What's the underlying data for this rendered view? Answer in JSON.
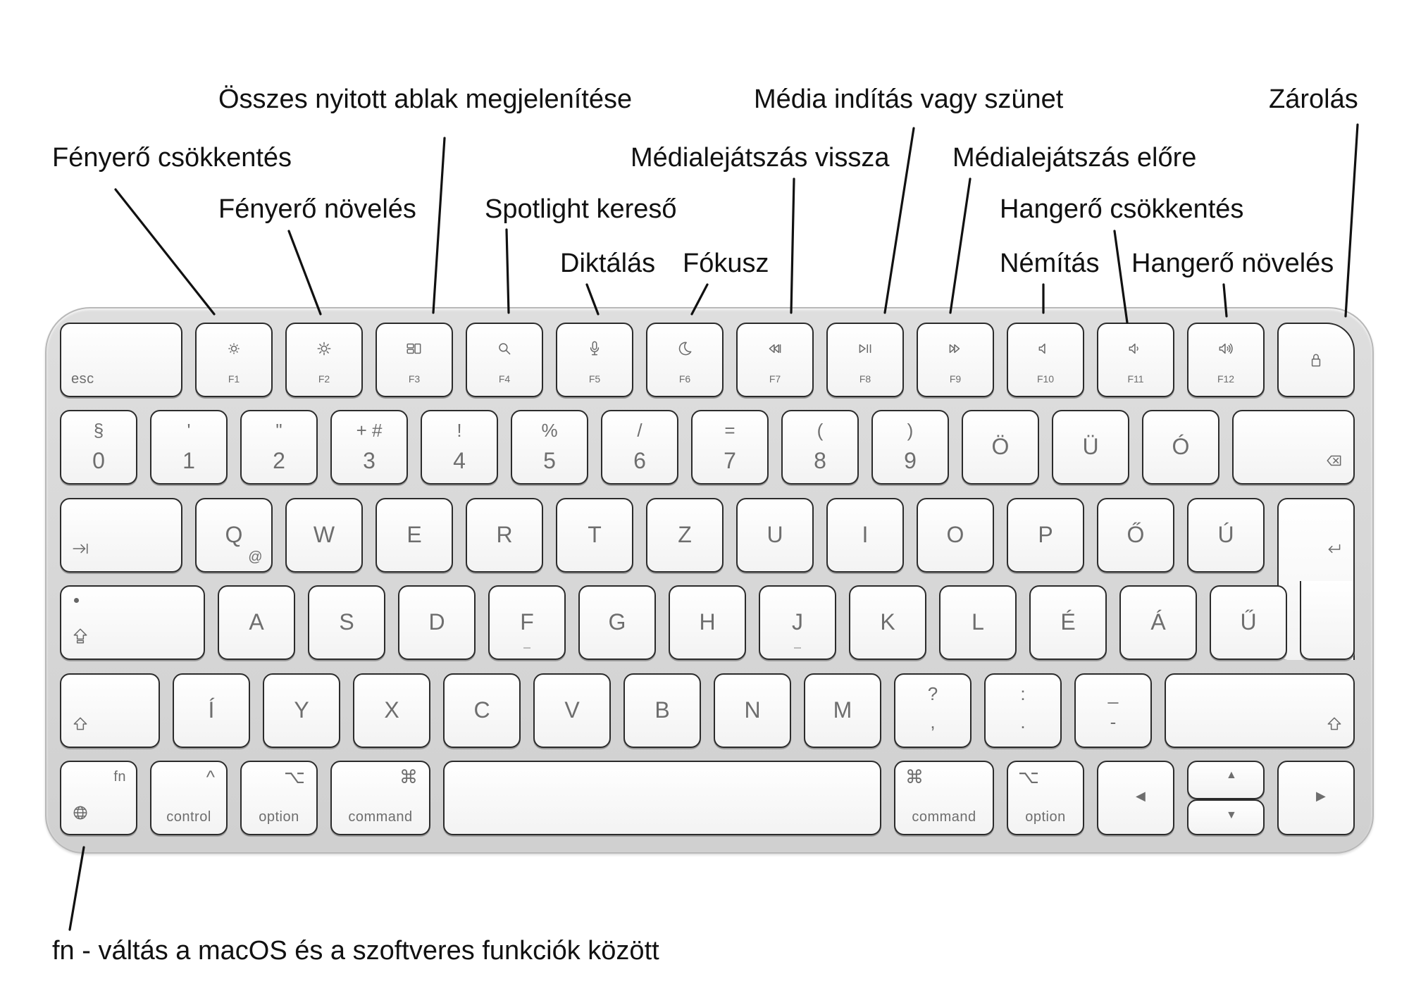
{
  "annotations": [
    {
      "id": "brightness-down",
      "text": "Fényerő csökkentés"
    },
    {
      "id": "brightness-up",
      "text": "Fényerő növelés"
    },
    {
      "id": "mission-control",
      "text": "Összes nyitott ablak megjelenítése"
    },
    {
      "id": "spotlight",
      "text": "Spotlight kereső"
    },
    {
      "id": "dictation",
      "text": "Diktálás"
    },
    {
      "id": "focus",
      "text": "Fókusz"
    },
    {
      "id": "rewind",
      "text": "Médialejátszás vissza"
    },
    {
      "id": "play-pause",
      "text": "Média indítás vagy szünet"
    },
    {
      "id": "fast-forward",
      "text": "Médialejátszás előre"
    },
    {
      "id": "mute",
      "text": "Némítás"
    },
    {
      "id": "volume-down",
      "text": "Hangerő csökkentés"
    },
    {
      "id": "volume-up",
      "text": "Hangerő növelés"
    },
    {
      "id": "lock",
      "text": "Zárolás"
    },
    {
      "id": "fn",
      "text": "fn - váltás a macOS és a szoftveres funkciók között"
    }
  ],
  "keyboard": {
    "rows": [
      {
        "keys": [
          {
            "name": "esc",
            "label": "esc"
          },
          {
            "name": "f1",
            "icon": "sun-small-icon",
            "label": "F1"
          },
          {
            "name": "f2",
            "icon": "sun-large-icon",
            "label": "F2"
          },
          {
            "name": "f3",
            "icon": "mission-control-icon",
            "label": "F3"
          },
          {
            "name": "f4",
            "icon": "search-icon",
            "label": "F4"
          },
          {
            "name": "f5",
            "icon": "microphone-icon",
            "label": "F5"
          },
          {
            "name": "f6",
            "icon": "moon-icon",
            "label": "F6"
          },
          {
            "name": "f7",
            "icon": "rewind-icon",
            "label": "F7"
          },
          {
            "name": "f8",
            "icon": "play-pause-icon",
            "label": "F8"
          },
          {
            "name": "f9",
            "icon": "fast-forward-icon",
            "label": "F9"
          },
          {
            "name": "f10",
            "icon": "speaker-mute-icon",
            "label": "F10"
          },
          {
            "name": "f11",
            "icon": "volume-down-icon",
            "label": "F11"
          },
          {
            "name": "f12",
            "icon": "volume-up-icon",
            "label": "F12"
          },
          {
            "name": "lock",
            "icon": "lock-icon"
          }
        ]
      },
      {
        "keys": [
          {
            "name": "0",
            "top": "§",
            "main": "0"
          },
          {
            "name": "1",
            "top": "'",
            "main": "1"
          },
          {
            "name": "2",
            "top": "\"",
            "main": "2"
          },
          {
            "name": "3",
            "top": "+ #",
            "main": "3"
          },
          {
            "name": "4",
            "top": "!",
            "main": "4"
          },
          {
            "name": "5",
            "top": "%",
            "main": "5"
          },
          {
            "name": "6",
            "top": "/",
            "main": "6"
          },
          {
            "name": "7",
            "top": "=",
            "main": "7"
          },
          {
            "name": "8",
            "top": "(",
            "main": "8"
          },
          {
            "name": "9",
            "top": ")",
            "main": "9"
          },
          {
            "name": "o-umlaut",
            "main": "Ö"
          },
          {
            "name": "u-umlaut",
            "main": "Ü"
          },
          {
            "name": "o-acute",
            "main": "Ó"
          },
          {
            "name": "backspace",
            "icon": "backspace-icon"
          }
        ]
      },
      {
        "keys": [
          {
            "name": "tab",
            "icon": "tab-icon"
          },
          {
            "name": "q",
            "main": "Q",
            "sub": "@"
          },
          {
            "name": "w",
            "main": "W"
          },
          {
            "name": "e",
            "main": "E"
          },
          {
            "name": "r",
            "main": "R"
          },
          {
            "name": "t",
            "main": "T"
          },
          {
            "name": "z",
            "main": "Z"
          },
          {
            "name": "u",
            "main": "U"
          },
          {
            "name": "i",
            "main": "I"
          },
          {
            "name": "o",
            "main": "O"
          },
          {
            "name": "p",
            "main": "P"
          },
          {
            "name": "o-double-acute",
            "main": "Ő"
          },
          {
            "name": "u-acute",
            "main": "Ú"
          },
          {
            "name": "return",
            "icon": "return-icon"
          }
        ]
      },
      {
        "keys": [
          {
            "name": "caps-lock",
            "icon": "caps-lock-icon"
          },
          {
            "name": "a",
            "main": "A"
          },
          {
            "name": "s",
            "main": "S"
          },
          {
            "name": "d",
            "main": "D"
          },
          {
            "name": "f",
            "main": "F"
          },
          {
            "name": "g",
            "main": "G"
          },
          {
            "name": "h",
            "main": "H"
          },
          {
            "name": "j",
            "main": "J"
          },
          {
            "name": "k",
            "main": "K"
          },
          {
            "name": "l",
            "main": "L"
          },
          {
            "name": "e-acute",
            "main": "É"
          },
          {
            "name": "a-acute",
            "main": "Á"
          },
          {
            "name": "u-double-acute",
            "main": "Ű"
          }
        ]
      },
      {
        "keys": [
          {
            "name": "left-shift",
            "icon": "shift-icon"
          },
          {
            "name": "i-acute",
            "main": "Í"
          },
          {
            "name": "y",
            "main": "Y"
          },
          {
            "name": "x",
            "main": "X"
          },
          {
            "name": "c",
            "main": "C"
          },
          {
            "name": "v",
            "main": "V"
          },
          {
            "name": "b",
            "main": "B"
          },
          {
            "name": "n",
            "main": "N"
          },
          {
            "name": "m",
            "main": "M"
          },
          {
            "name": "comma",
            "top": "?",
            "main": ","
          },
          {
            "name": "period",
            "top": ":",
            "main": "."
          },
          {
            "name": "hyphen",
            "top": "_",
            "main": "-"
          },
          {
            "name": "right-shift",
            "icon": "shift-icon"
          }
        ]
      },
      {
        "keys": [
          {
            "name": "fn",
            "symbol": "fn",
            "icon": "globe-icon"
          },
          {
            "name": "control",
            "symbol": "^",
            "label": "control"
          },
          {
            "name": "left-option",
            "symbol": "⌥",
            "label": "option"
          },
          {
            "name": "left-command",
            "symbol": "⌘",
            "label": "command"
          },
          {
            "name": "space"
          },
          {
            "name": "right-command",
            "symbol": "⌘",
            "label": "command"
          },
          {
            "name": "right-option",
            "symbol": "⌥",
            "label": "option"
          },
          {
            "name": "arrow-left",
            "icon": "arrow-left-icon"
          },
          {
            "name": "arrow-up-down",
            "icon": "arrow-up-icon",
            "icon2": "arrow-down-icon"
          },
          {
            "name": "arrow-right",
            "icon": "arrow-right-icon"
          }
        ]
      }
    ]
  }
}
